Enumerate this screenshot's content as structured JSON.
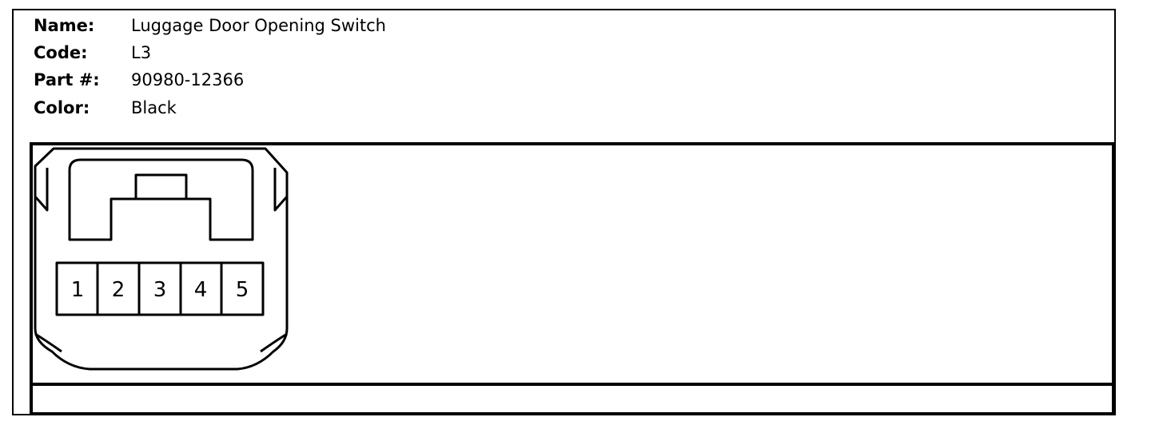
{
  "fields": [
    {
      "label": "Name:",
      "value": "Luggage Door Opening Switch"
    },
    {
      "label": "Code:",
      "value": "L3"
    },
    {
      "label": "Part #:",
      "value": "90980-12366"
    },
    {
      "label": "Color:",
      "value": "Black"
    }
  ],
  "connector": {
    "pins": [
      "1",
      "2",
      "3",
      "4",
      "5"
    ]
  }
}
